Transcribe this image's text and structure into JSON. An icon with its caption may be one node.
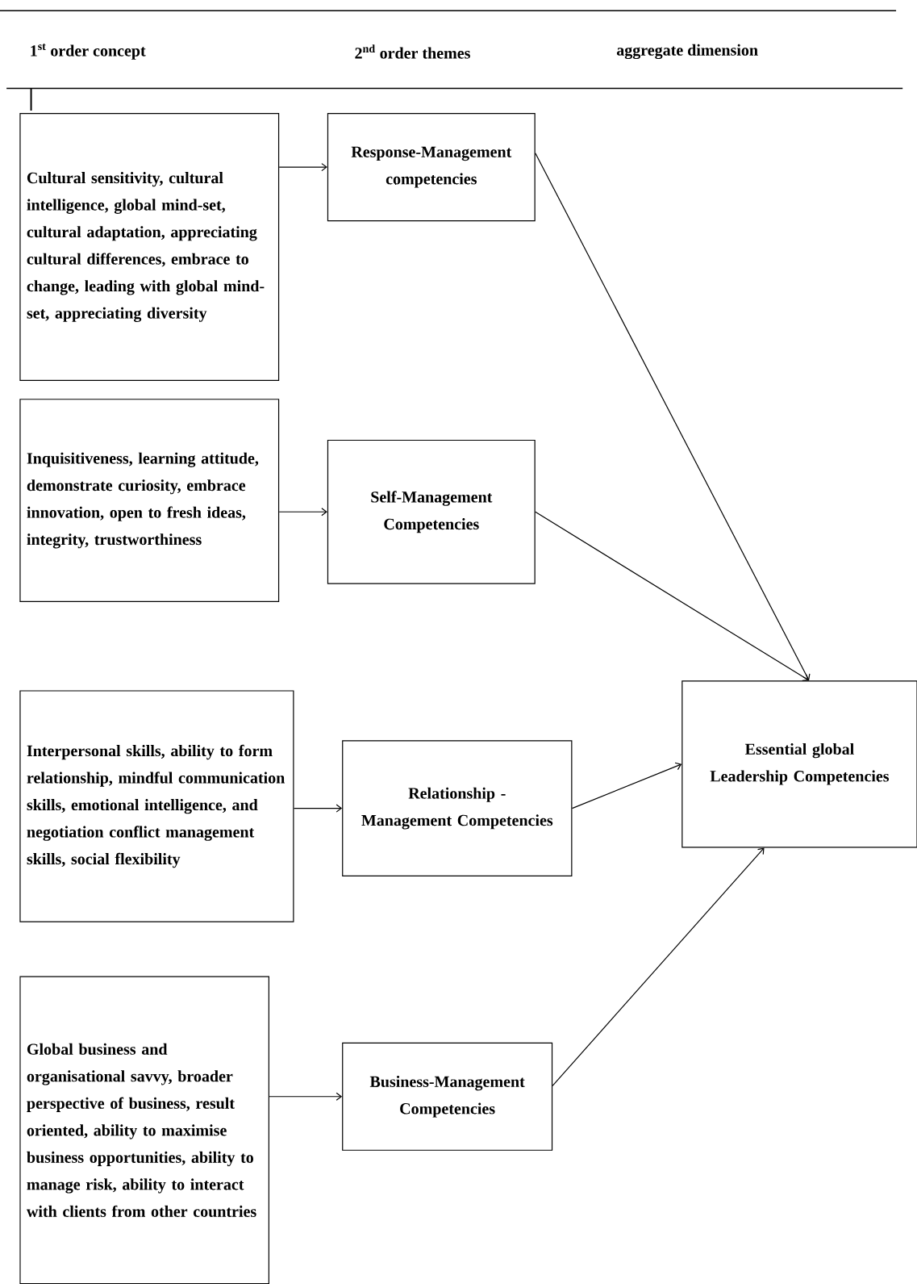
{
  "diagram": {
    "nodes": [
      {
        "text": [
          "Cultural sensitivity, cultural intelligence, global mind-set, cultural adaptation, appreciating cultural differences, embrace to change, leading with global mind-set, appreciating diversity"
        ]
      },
      {
        "text": [
          "Response-Management competencies"
        ]
      },
      {
        "text": [
          "Inquisitiveness, learning attitude, demonstrate curiosity, embrace innovation, open to fresh ideas, integrity, trustworthiness"
        ]
      },
      {
        "text": [
          "Self-Management Competencies"
        ]
      },
      {
        "text": [
          "Interpersonal skills, ability to form relationship, mindful communication skills, emotional intelligence, and negotiation conflict management skills, social flexibility"
        ]
      },
      {
        "text": [
          "Relationship - Management Competencies"
        ]
      },
      {
        "text": [
          "Essential global Leadership Competencies"
        ]
      },
      {
        "text": [
          "Global business and organisational savvy, broader perspective of business, result oriented, ability to maximise business opportunities, ability to manage risk, ability to interact with clients from other countries"
        ]
      },
      {
        "text": [
          "Business-Management Competencies"
        ]
      }
    ],
    "edges": [
      {
        "from": 0,
        "to": 1,
        "arrow": "to"
      },
      {
        "from": 2,
        "to": 3,
        "arrow": "to"
      },
      {
        "from": 4,
        "to": 5,
        "arrow": "to"
      },
      {
        "from": 7,
        "to": 8,
        "arrow": "to"
      },
      {
        "from": 1,
        "to": 6,
        "arrow": "to"
      },
      {
        "from": 3,
        "to": 6,
        "arrow": "to"
      },
      {
        "from": 5,
        "to": 6,
        "arrow": "to"
      },
      {
        "from": 8,
        "to": 6,
        "arrow": "to"
      }
    ],
    "labels": [
      "1$^{st}$ order concept",
      "2$^{nd}$ order themes",
      "aggregate dimension"
    ]
  }
}
